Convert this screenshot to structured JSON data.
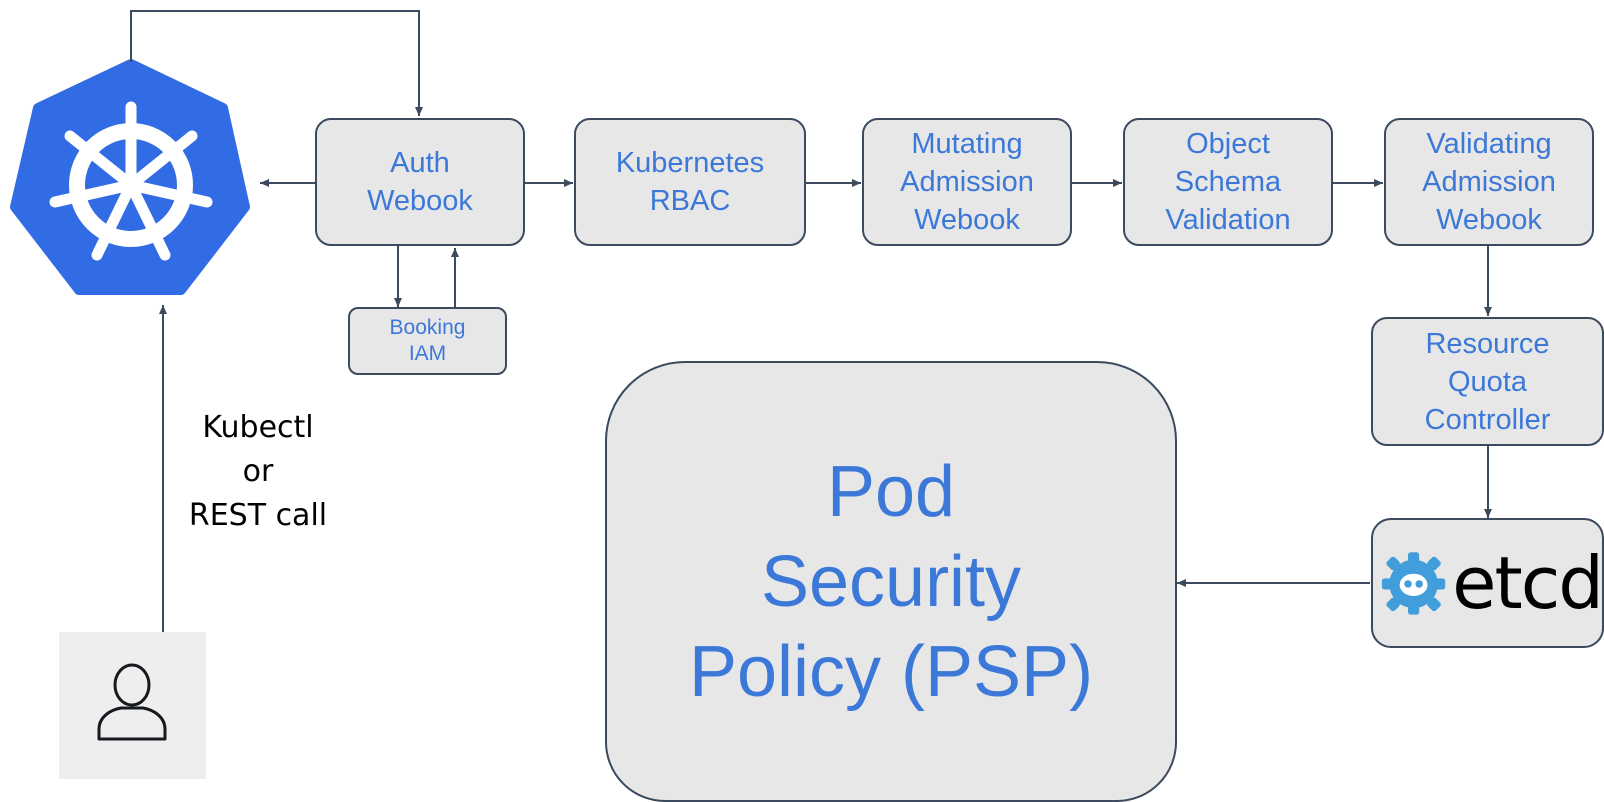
{
  "colors": {
    "node_fill": "#e7e7e7",
    "node_border": "#3c4a5e",
    "node_text": "#3c78d8",
    "kubernetes_blue": "#326ce5",
    "etcd_blue": "#419eda",
    "user_box": "#eeeeee"
  },
  "kubernetes_logo": {
    "icon": "helm-wheel-icon"
  },
  "nodes": {
    "auth_webhook": "Auth\nWebook",
    "kubernetes_rbac": "Kubernetes\nRBAC",
    "mutating_admission": "Mutating\nAdmission\nWebook",
    "object_schema": "Object\nSchema\nValidation",
    "validating_admission": "Validating\nAdmission\nWebook",
    "resource_quota": "Resource\nQuota\nController",
    "booking_iam": "Booking\nIAM",
    "psp": "Pod\nSecurity\nPolicy (PSP)"
  },
  "etcd": {
    "label": "etcd",
    "icon": "etcd-gear-icon"
  },
  "client_label": "Kubectl\nor\nREST call",
  "user": {
    "icon": "user-icon"
  }
}
